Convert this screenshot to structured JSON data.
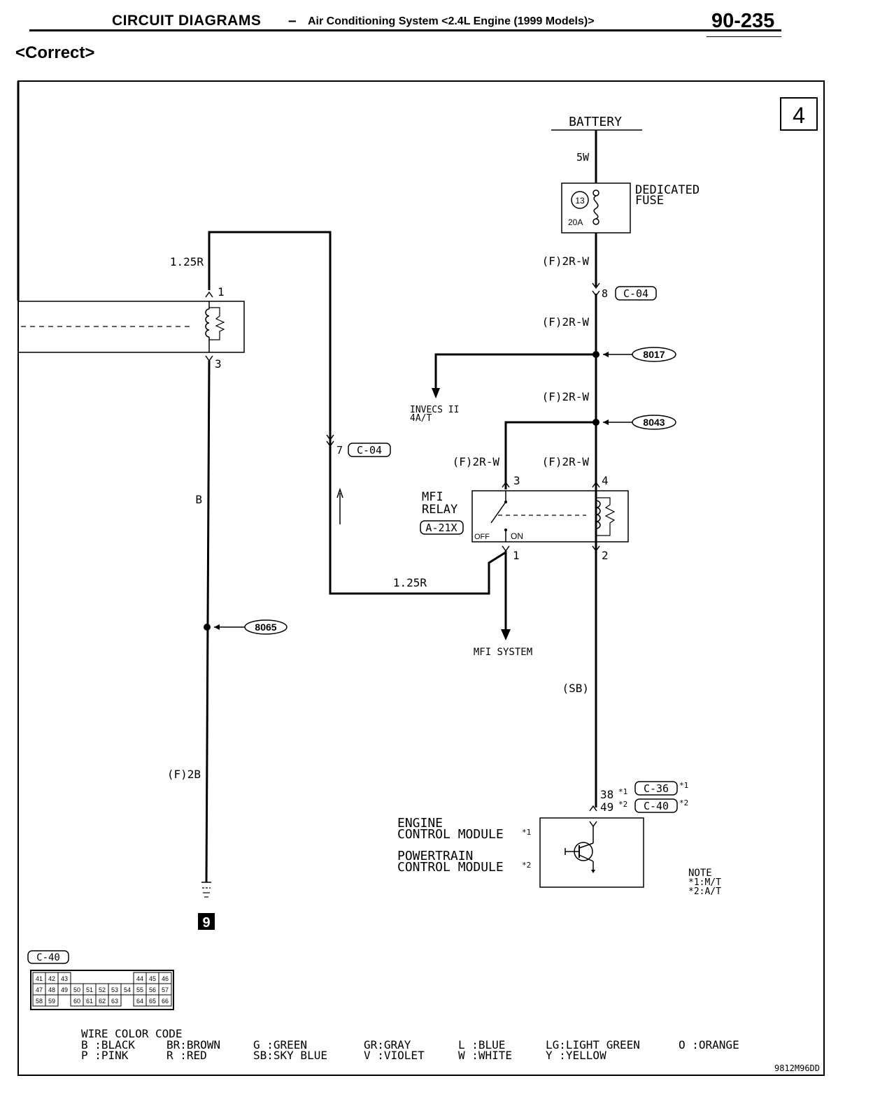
{
  "header": {
    "title": "CIRCUIT DIAGRAMS",
    "dash": "–",
    "subtitle": "Air Conditioning System <2.4L Engine (1999 Models)>",
    "page_number": "90-235",
    "correction": "<Correct>"
  },
  "diagram": {
    "panel_number": "4",
    "battery": "BATTERY",
    "wires": {
      "battery_out": "5W",
      "fuse_out": "(F)2R-W",
      "after_c04": "(F)2R-W",
      "after_8017": "(F)2R-W",
      "relay_3": "(F)2R-W",
      "relay_4": "(F)2R-W",
      "ecm": "(SB)",
      "top_left": "1.25R",
      "relay_1": "1.25R",
      "left_b": "B",
      "left_ground": "(F)2B"
    },
    "fuse": {
      "name_line1": "DEDICATED",
      "name_line2": "FUSE",
      "number": "13",
      "rating": "20A"
    },
    "connector_c04": "C-04",
    "connector_c04_pin8": "8",
    "connector_c04_pin7": "7",
    "splices": {
      "s8017": "8017",
      "s8043": "8043",
      "s8065": "8065"
    },
    "invecs": {
      "line1": "INVECS II",
      "line2": "4A/T"
    },
    "relay": {
      "name_line1": "MFI",
      "name_line2": "RELAY",
      "connector": "A-21X",
      "off": "OFF",
      "on": "ON",
      "pin1": "1",
      "pin2": "2",
      "pin3": "3",
      "pin4": "4"
    },
    "mfi_system": "MFI SYSTEM",
    "left_component": {
      "pin1": "1",
      "pin3": "3"
    },
    "ground_number": "9",
    "ecm": {
      "pin_38": "38",
      "pin_49": "49",
      "c36": "C-36",
      "c40": "C-40",
      "mark1": "*1",
      "mark2": "*2",
      "engine_line1": "ENGINE",
      "engine_line2": "CONTROL MODULE",
      "powertrain_line1": "POWERTRAIN",
      "powertrain_line2": "CONTROL MODULE"
    },
    "note": {
      "title": "NOTE",
      "line1": "*1:M/T",
      "line2": "*2:A/T"
    },
    "connector_view": {
      "label": "C-40",
      "rows": [
        [
          "41",
          "42",
          "43",
          "",
          "",
          "",
          "",
          "",
          "44",
          "45",
          "46"
        ],
        [
          "47",
          "48",
          "49",
          "50",
          "51",
          "52",
          "53",
          "54",
          "55",
          "56",
          "57"
        ],
        [
          "58",
          "59",
          "",
          "60",
          "61",
          "62",
          "63",
          "",
          "64",
          "65",
          "66"
        ]
      ]
    },
    "wire_color_code": {
      "title": "WIRE COLOR CODE",
      "row1": [
        "B :BLACK",
        "BR:BROWN",
        "G :GREEN",
        "GR:GRAY",
        "L :BLUE",
        "LG:LIGHT GREEN",
        "O :ORANGE"
      ],
      "row2": [
        "P :PINK",
        "R :RED",
        "SB:SKY BLUE",
        "V :VIOLET",
        "W :WHITE",
        "Y :YELLOW"
      ]
    },
    "figure_code": "9812M96DD"
  }
}
